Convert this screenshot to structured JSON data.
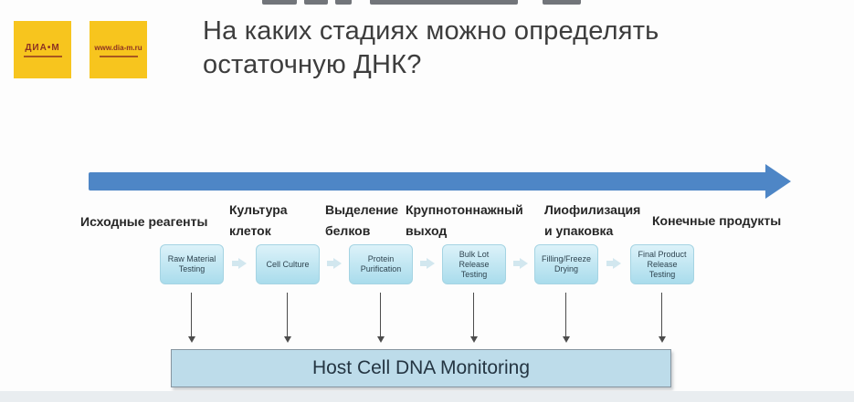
{
  "slide": {
    "title_line1": "На каких стадиях можно определять",
    "title_line2": "остаточную ДНК?"
  },
  "logos": {
    "diam_label": "ДИА•М",
    "site_label": "www.dia-m.ru"
  },
  "colors": {
    "logo_bg": "#f7c51e",
    "logo_text": "#8e3222",
    "timeline_arrow_blue": "#4e86c6",
    "process_box_fill": "#bfe6f2",
    "monitor_fill": "#bddcea",
    "monitor_border": "#8795a0",
    "down_arrow": "#4c4c4c",
    "footer_strip": "#e9edf0"
  },
  "stages": [
    {
      "label_lines": [
        "Исходные реагенты"
      ],
      "box_lines": [
        "Raw Material",
        "Testing"
      ]
    },
    {
      "label_lines": [
        "Культура",
        "клеток"
      ],
      "box_lines": [
        "Cell Culture"
      ]
    },
    {
      "label_lines": [
        "Выделение",
        "белков"
      ],
      "box_lines": [
        "Protein",
        "Purification"
      ]
    },
    {
      "label_lines": [
        "Крупнотоннажный",
        "выход"
      ],
      "box_lines": [
        "Bulk Lot",
        "Release",
        "Testing"
      ]
    },
    {
      "label_lines": [
        "Лиофилизация",
        "и упаковка"
      ],
      "box_lines": [
        "Filling/Freeze",
        "Drying"
      ]
    },
    {
      "label_lines": [
        "Конечные продукты"
      ],
      "box_lines": [
        "Final Product",
        "Release",
        "Testing"
      ]
    }
  ],
  "monitor_box": {
    "label": "Host Cell DNA Monitoring"
  }
}
